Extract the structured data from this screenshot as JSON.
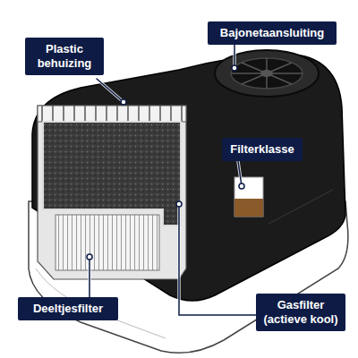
{
  "diagram": {
    "nodes": [
      {
        "text": [
          "Plastic behuizing"
        ]
      },
      {
        "text": [
          "Bajonetaansluiting"
        ]
      },
      {
        "text": [
          "Filterklasse"
        ]
      },
      {
        "text": [
          "Deeltjesfilter"
        ]
      },
      {
        "text": [
          "Gasfilter (actieve kool)"
        ]
      }
    ]
  }
}
